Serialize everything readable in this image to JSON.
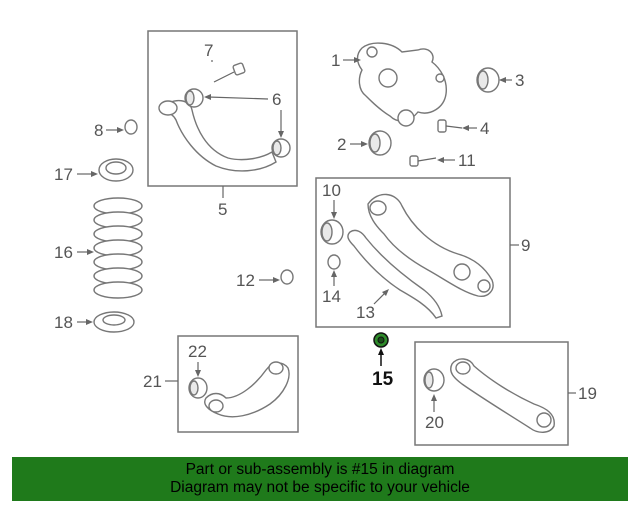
{
  "callouts": {
    "c1": "1",
    "c2": "2",
    "c3": "3",
    "c4": "4",
    "c5": "5",
    "c6": "6",
    "c7": "7",
    "c8": "8",
    "c9": "9",
    "c10": "10",
    "c11": "11",
    "c12": "12",
    "c13": "13",
    "c14": "14",
    "c15": "15",
    "c16": "16",
    "c17": "17",
    "c18": "18",
    "c19": "19",
    "c20": "20",
    "c21": "21",
    "c22": "22"
  },
  "highlight": {
    "part_number": "15",
    "color": "#1f7a1b"
  },
  "banner": {
    "line1": "Part or sub-assembly is #15 in diagram",
    "line2": "Diagram may not be specific to your vehicle",
    "background": "#1f7a1b"
  }
}
